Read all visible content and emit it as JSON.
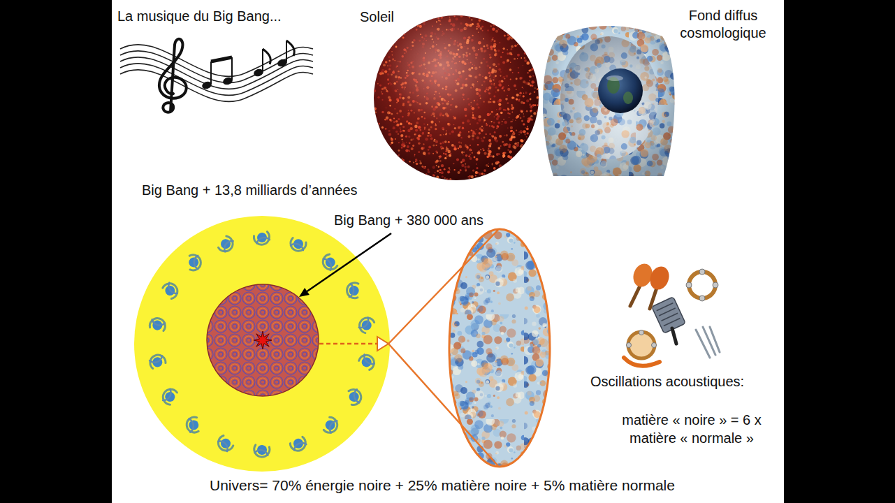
{
  "diagram": {
    "nodes": [
      {
        "text": [
          "Soleil"
        ]
      },
      {
        "text": [
          "Fond diffus cosmologique"
        ]
      },
      {
        "text": [
          "Big Bang + 13,8 milliards d’années"
        ]
      }
    ],
    "labels": [
      "La musique du Big Bang...",
      "Big Bang + 380 000 ans",
      "Oscillations acoustiques:",
      "matière « noire » = 6 x matière « normale »",
      "Univers= 70% énergie noire + 25% matière noire + 5% matière normale"
    ]
  }
}
